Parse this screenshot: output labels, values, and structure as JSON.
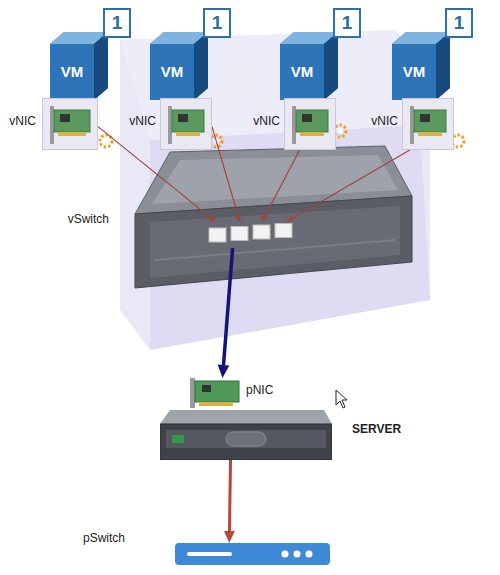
{
  "diagram": {
    "nodes": [
      {
        "text": [
          "VM",
          "1"
        ]
      },
      {
        "text": [
          "VM",
          "1"
        ]
      },
      {
        "text": [
          "VM",
          "1"
        ]
      },
      {
        "text": [
          "VM",
          "1"
        ]
      },
      {
        "text": [
          "vNIC"
        ]
      },
      {
        "text": [
          "vNIC"
        ]
      },
      {
        "text": [
          "vNIC"
        ]
      },
      {
        "text": [
          "vNIC"
        ]
      },
      {
        "text": [
          "vSwitch"
        ]
      },
      {
        "text": [
          "pNIC"
        ]
      },
      {
        "text": [
          "SERVER"
        ]
      },
      {
        "text": [
          "pSwitch"
        ]
      }
    ],
    "edges": [
      {
        "from": 4,
        "to": 8,
        "arrow": "to"
      },
      {
        "from": 5,
        "to": 8,
        "arrow": "to"
      },
      {
        "from": 6,
        "to": 8,
        "arrow": "to"
      },
      {
        "from": 7,
        "to": 8,
        "arrow": "to"
      },
      {
        "from": 8,
        "to": 9,
        "arrow": "to"
      },
      {
        "from": 10,
        "to": 11,
        "arrow": "to"
      }
    ]
  }
}
